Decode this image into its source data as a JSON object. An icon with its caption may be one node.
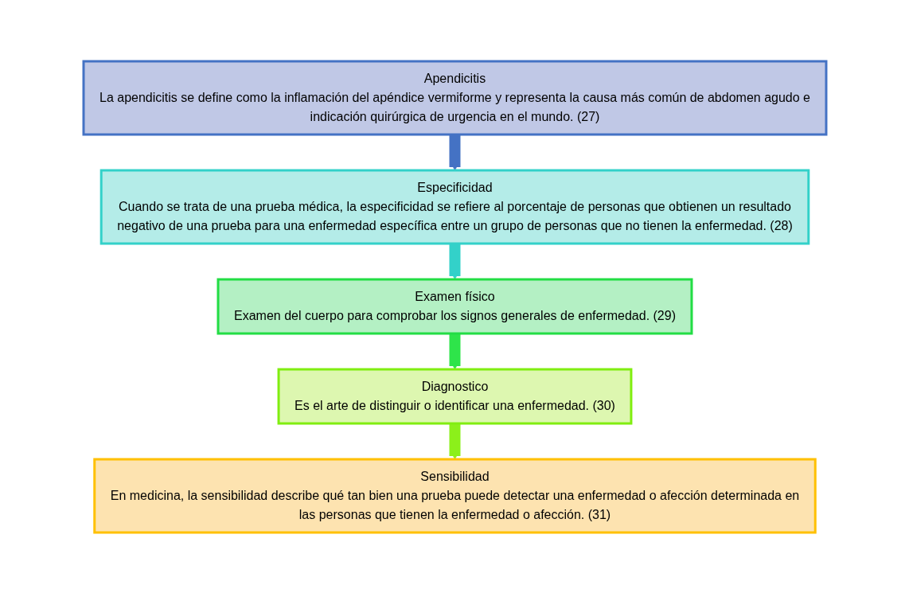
{
  "diagram": {
    "nodes": [
      {
        "text": [
          "Apendicitis",
          "La apendicitis se define como la inflamación del apéndice vermiforme y representa la causa más común de abdomen agudo e indicación quirúrgica de urgencia en el mundo.  (27)"
        ]
      },
      {
        "text": [
          "Especificidad",
          "Cuando se trata de una prueba médica, la especificidad se refiere al porcentaje de personas que obtienen un resultado negativo de una prueba para una enfermedad específica entre un grupo de personas que no tienen la enfermedad. (28)"
        ]
      },
      {
        "text": [
          "Examen físico",
          "Examen del cuerpo para comprobar los signos generales de enfermedad. (29)"
        ]
      },
      {
        "text": [
          "Diagnostico",
          "Es el arte de distinguir o identificar una enfermedad. (30)"
        ]
      },
      {
        "text": [
          "Sensibilidad",
          "En medicina, la sensibilidad describe qué tan bien una prueba puede detectar una enfermedad o afección determinada en las personas que tienen la enfermedad o afección. (31)"
        ]
      }
    ],
    "edges": [
      {
        "from": 0,
        "to": 1,
        "arrow": "to",
        "color": "#4472c4"
      },
      {
        "from": 1,
        "to": 2,
        "arrow": "to",
        "color": "#33d1c9"
      },
      {
        "from": 2,
        "to": 3,
        "arrow": "to",
        "color": "#2ee44a"
      },
      {
        "from": 3,
        "to": 4,
        "arrow": "to",
        "color": "#8cf01a"
      }
    ]
  }
}
